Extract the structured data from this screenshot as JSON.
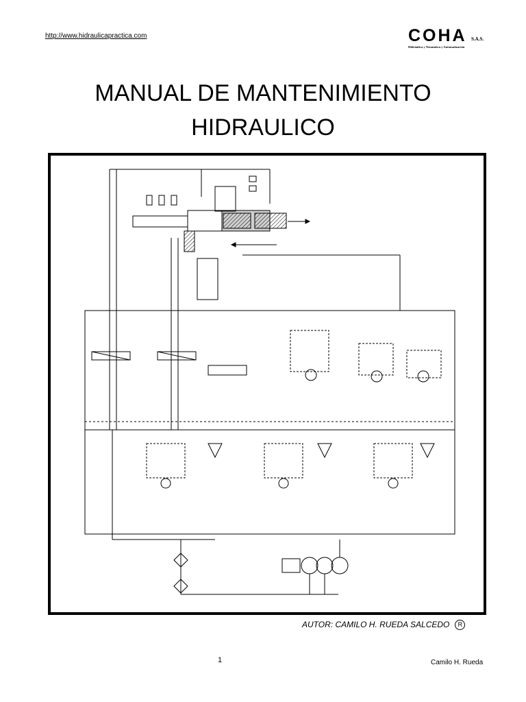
{
  "header": {
    "url": "http://www.hidraulicapractica.com",
    "logo": {
      "name": "COHA",
      "suffix": "S.A.S.",
      "tagline": "Hidráulica y Neumática y Automatización"
    }
  },
  "title": {
    "line1": "MANUAL DE MANTENIMIENTO",
    "line2": "HIDRAULICO"
  },
  "figure": {
    "description_icon": "hydraulic-circuit-schematic"
  },
  "author": {
    "label": "AUTOR:  CAMILO H. RUEDA SALCEDO",
    "mark": "R"
  },
  "footer": {
    "page_number": "1",
    "right_text": "Camilo H. Rueda"
  }
}
